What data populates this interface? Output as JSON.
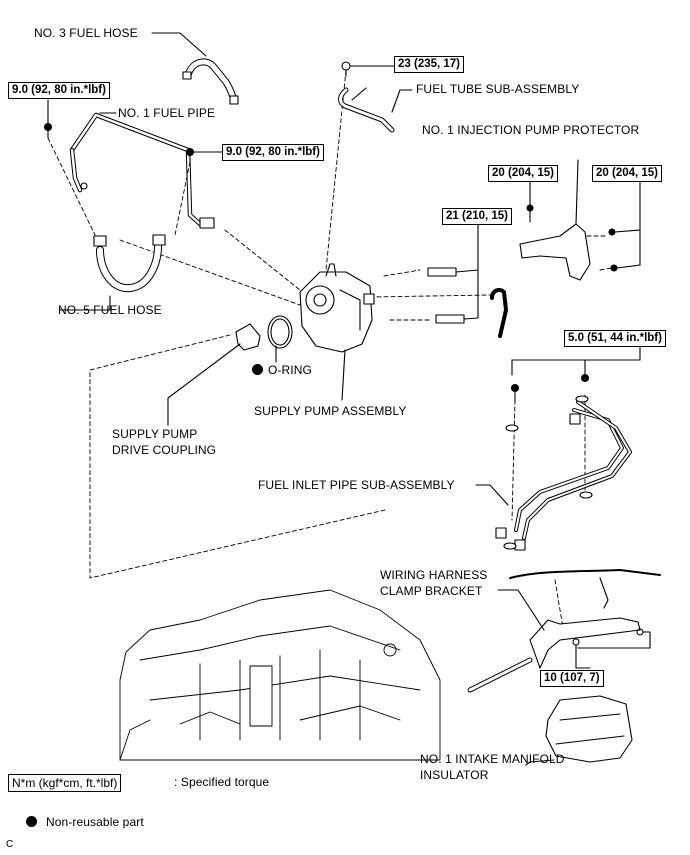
{
  "labels": {
    "no3_fuel_hose": "NO. 3 FUEL HOSE",
    "no1_fuel_pipe": "NO. 1 FUEL PIPE",
    "fuel_tube_sub_assembly": "FUEL TUBE SUB-ASSEMBLY",
    "no1_injection_pump_protector": "NO. 1 INJECTION PUMP PROTECTOR",
    "no5_fuel_hose": "NO. 5 FUEL HOSE",
    "o_ring": "O-RING",
    "supply_pump_assembly": "SUPPLY PUMP ASSEMBLY",
    "supply_pump_drive_coupling_1": "SUPPLY PUMP",
    "supply_pump_drive_coupling_2": "DRIVE COUPLING",
    "fuel_inlet_pipe_sub_assembly": "FUEL INLET PIPE SUB-ASSEMBLY",
    "wiring_harness_1": "WIRING HARNESS",
    "wiring_harness_2": "CLAMP BRACKET",
    "intake_manifold_insulator_1": "NO. 1 INTAKE MANIFOLD",
    "intake_manifold_insulator_2": "INSULATOR"
  },
  "torques": {
    "fuel_pipe_bolt_left": "9.0 (92, 80 in.*lbf)",
    "fuel_pipe_bolt_right": "9.0 (92, 80 in.*lbf)",
    "fuel_tube_bolt": "23 (235, 17)",
    "protector_bolt_left": "20 (204, 15)",
    "protector_bolt_right": "20 (204, 15)",
    "pump_stud": "21 (210, 15)",
    "inlet_pipe_bolt": "5.0 (51, 44 in.*lbf)",
    "clamp_bracket_bolt": "10 (107, 7)"
  },
  "legend": {
    "torque_unit": "N*m (kgf*cm, ft.*lbf)",
    "torque_desc": ": Specified torque",
    "non_reusable": "Non-reusable part"
  },
  "figure_code": "C"
}
